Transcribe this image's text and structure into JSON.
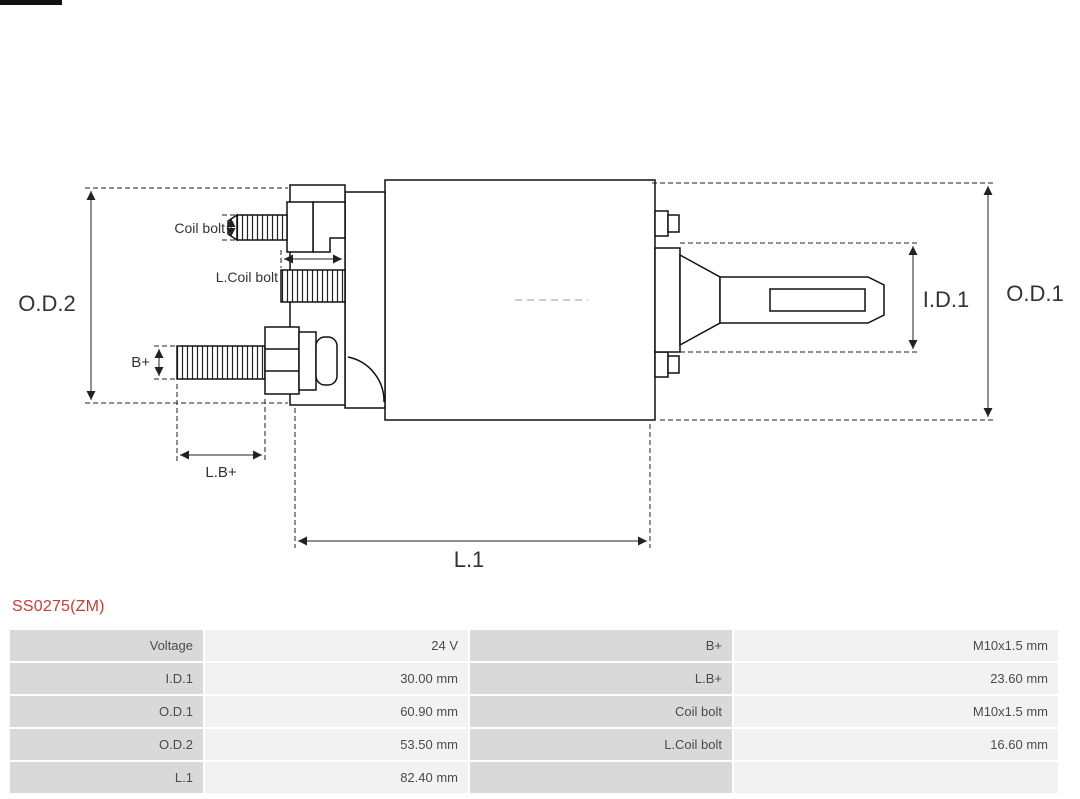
{
  "title": "SS0275(ZM)",
  "diagram": {
    "labels": {
      "od2": "O.D.2",
      "od1": "O.D.1",
      "id1": "I.D.1",
      "l1": "L.1",
      "coil_bolt": "Coil bolt",
      "l_coil_bolt": "L.Coil bolt",
      "b_plus": "B+",
      "l_b_plus": "L.B+"
    }
  },
  "table": {
    "rows": [
      [
        "Voltage",
        "24 V",
        "B+",
        "M10x1.5 mm"
      ],
      [
        "I.D.1",
        "30.00 mm",
        "L.B+",
        "23.60 mm"
      ],
      [
        "O.D.1",
        "60.90 mm",
        "Coil bolt",
        "M10x1.5 mm"
      ],
      [
        "O.D.2",
        "53.50 mm",
        "L.Coil bolt",
        "16.60 mm"
      ],
      [
        "L.1",
        "82.40 mm",
        "",
        ""
      ]
    ]
  }
}
